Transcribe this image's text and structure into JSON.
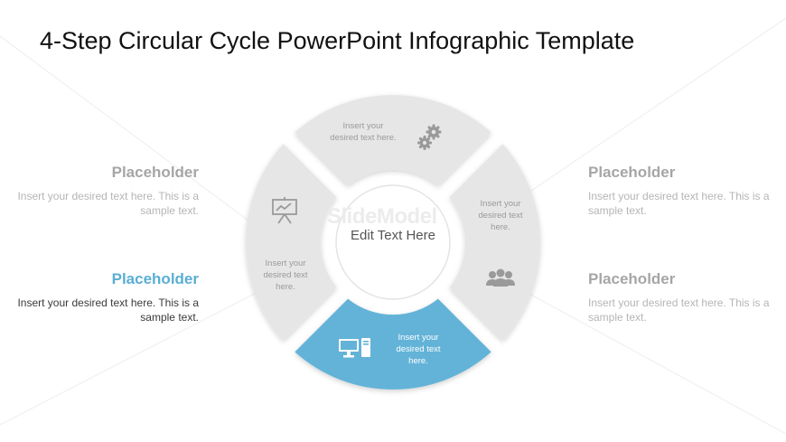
{
  "title": "4-Step Circular Cycle PowerPoint Infographic Template",
  "center_label": "Edit Text Here",
  "watermark": "SlideModel",
  "segments": [
    {
      "text": "Insert your desired text here.",
      "icon": "gears-icon",
      "color": "#e6e6e6"
    },
    {
      "text": "Insert your desired text here.",
      "icon": "team-icon",
      "color": "#e6e6e6"
    },
    {
      "text": "Insert your desired text here.",
      "icon": "computer-icon",
      "color": "#63b3d8",
      "active": true
    },
    {
      "text": "Insert your desired text here.",
      "icon": "presentation-board-icon",
      "color": "#e6e6e6"
    }
  ],
  "placeholders": {
    "left_top": {
      "heading": "Placeholder",
      "body": "Insert your desired text here. This is a sample text."
    },
    "left_bottom": {
      "heading": "Placeholder",
      "body": "Insert your desired text here. This is a sample text.",
      "active": true
    },
    "right_top": {
      "heading": "Placeholder",
      "body": "Insert your desired text here. This is a sample text."
    },
    "right_bottom": {
      "heading": "Placeholder",
      "body": "Insert your desired text here. This is a sample text."
    }
  },
  "colors": {
    "accent": "#63b3d8",
    "inactive": "#e6e6e6",
    "title": "#111111"
  }
}
